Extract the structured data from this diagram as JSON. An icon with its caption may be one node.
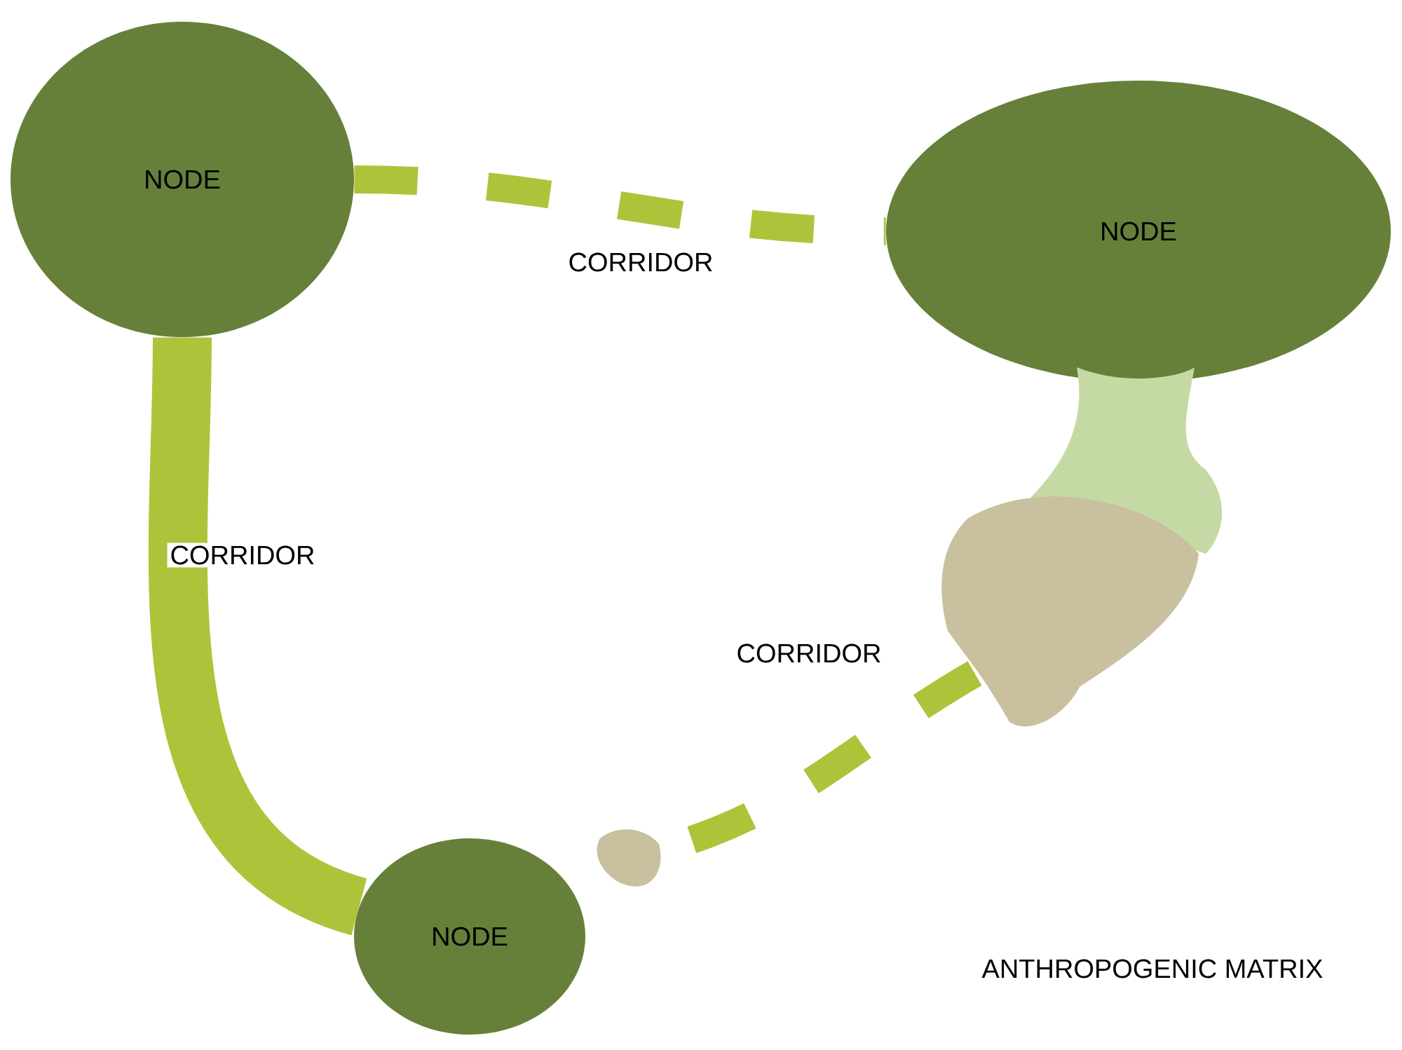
{
  "diagram": {
    "nodes": [
      {
        "text": [
          "NODE"
        ]
      },
      {
        "text": [
          "NODE"
        ]
      },
      {
        "text": [
          "NODE"
        ]
      },
      {
        "text": [],
        "shape": "blob"
      },
      {
        "text": [],
        "shape": "blob"
      },
      {
        "text": [],
        "shape": "blob"
      }
    ],
    "edges": [
      {
        "from": 0,
        "to": 1,
        "arrow": "none",
        "label": "CORRIDOR",
        "style": "dashed"
      },
      {
        "from": 0,
        "to": 2,
        "arrow": "none",
        "label": "CORRIDOR",
        "style": "thick"
      },
      {
        "from": 4,
        "to": 5,
        "arrow": "none",
        "label": "CORRIDOR",
        "style": "dashed"
      }
    ],
    "labels": [
      "ANTHROPOGENIC MATRIX"
    ]
  }
}
